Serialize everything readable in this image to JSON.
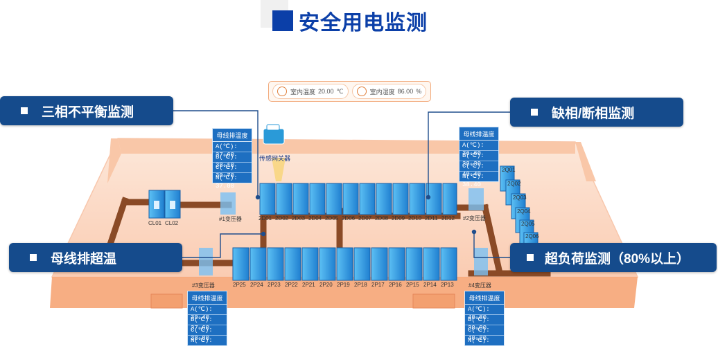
{
  "title": "安全用电监测",
  "callouts": {
    "tl": "三相不平衡监测",
    "tr": "缺相/断相监测",
    "bl": "母线排超温",
    "br": "超负荷监测（80%以上）"
  },
  "environment": {
    "temp_label": "室内温度",
    "temp_value": "20.00",
    "temp_unit": "℃",
    "hum_label": "室内湿度",
    "hum_value": "86.00",
    "hum_unit": "%"
  },
  "gateway_label": "传感网关器",
  "temp_boxes": [
    {
      "title": "母线排温度",
      "a": "A(℃): 37.60",
      "b": "B(℃): 38.10",
      "c": "C(℃): 30.70",
      "n": "N(℃): 37.00"
    },
    {
      "title": "母线排温度",
      "a": "A(℃): 36.60",
      "b": "B(℃): 38.30",
      "c": "C(℃): 40.40",
      "n": "N(℃): 38.40"
    },
    {
      "title": "母线排温度",
      "a": "A(℃): 39.40",
      "b": "B(℃): 37.60",
      "c": "C(℃): 38.80",
      "n": "N(℃): 37.20"
    },
    {
      "title": "母线排温度",
      "a": "A(℃): 40.80",
      "b": "B(℃): 30.00",
      "c": "C(℃): 40.20",
      "n": "N(℃): 38.60"
    }
  ],
  "labels": {
    "cl01": "CL01",
    "cl02": "CL02",
    "tr1": "#1变压器",
    "tr2": "#2变压器",
    "tr3": "#3变压器",
    "tr4": "#4变压器",
    "top_row": [
      "2D01",
      "2D02",
      "2D03",
      "2D04",
      "2D05",
      "2D06",
      "2D07",
      "2D08",
      "2D09",
      "2D10",
      "2D11",
      "2D12"
    ],
    "bottom_row": [
      "2P25",
      "2P24",
      "2P23",
      "2P22",
      "2P21",
      "2P20",
      "2P19",
      "2P18",
      "2P17",
      "2P16",
      "2P15",
      "2P14",
      "2P13"
    ],
    "side_col": [
      "2Q01",
      "2Q02",
      "2Q03",
      "2Q04",
      "2Q05",
      "2Q06"
    ]
  },
  "colors": {
    "brand": "#154b8c",
    "title": "#0b3fa8",
    "floor": "#f8b48e",
    "busbar": "#8a4a26",
    "cabinet": "#3aa0e6"
  }
}
